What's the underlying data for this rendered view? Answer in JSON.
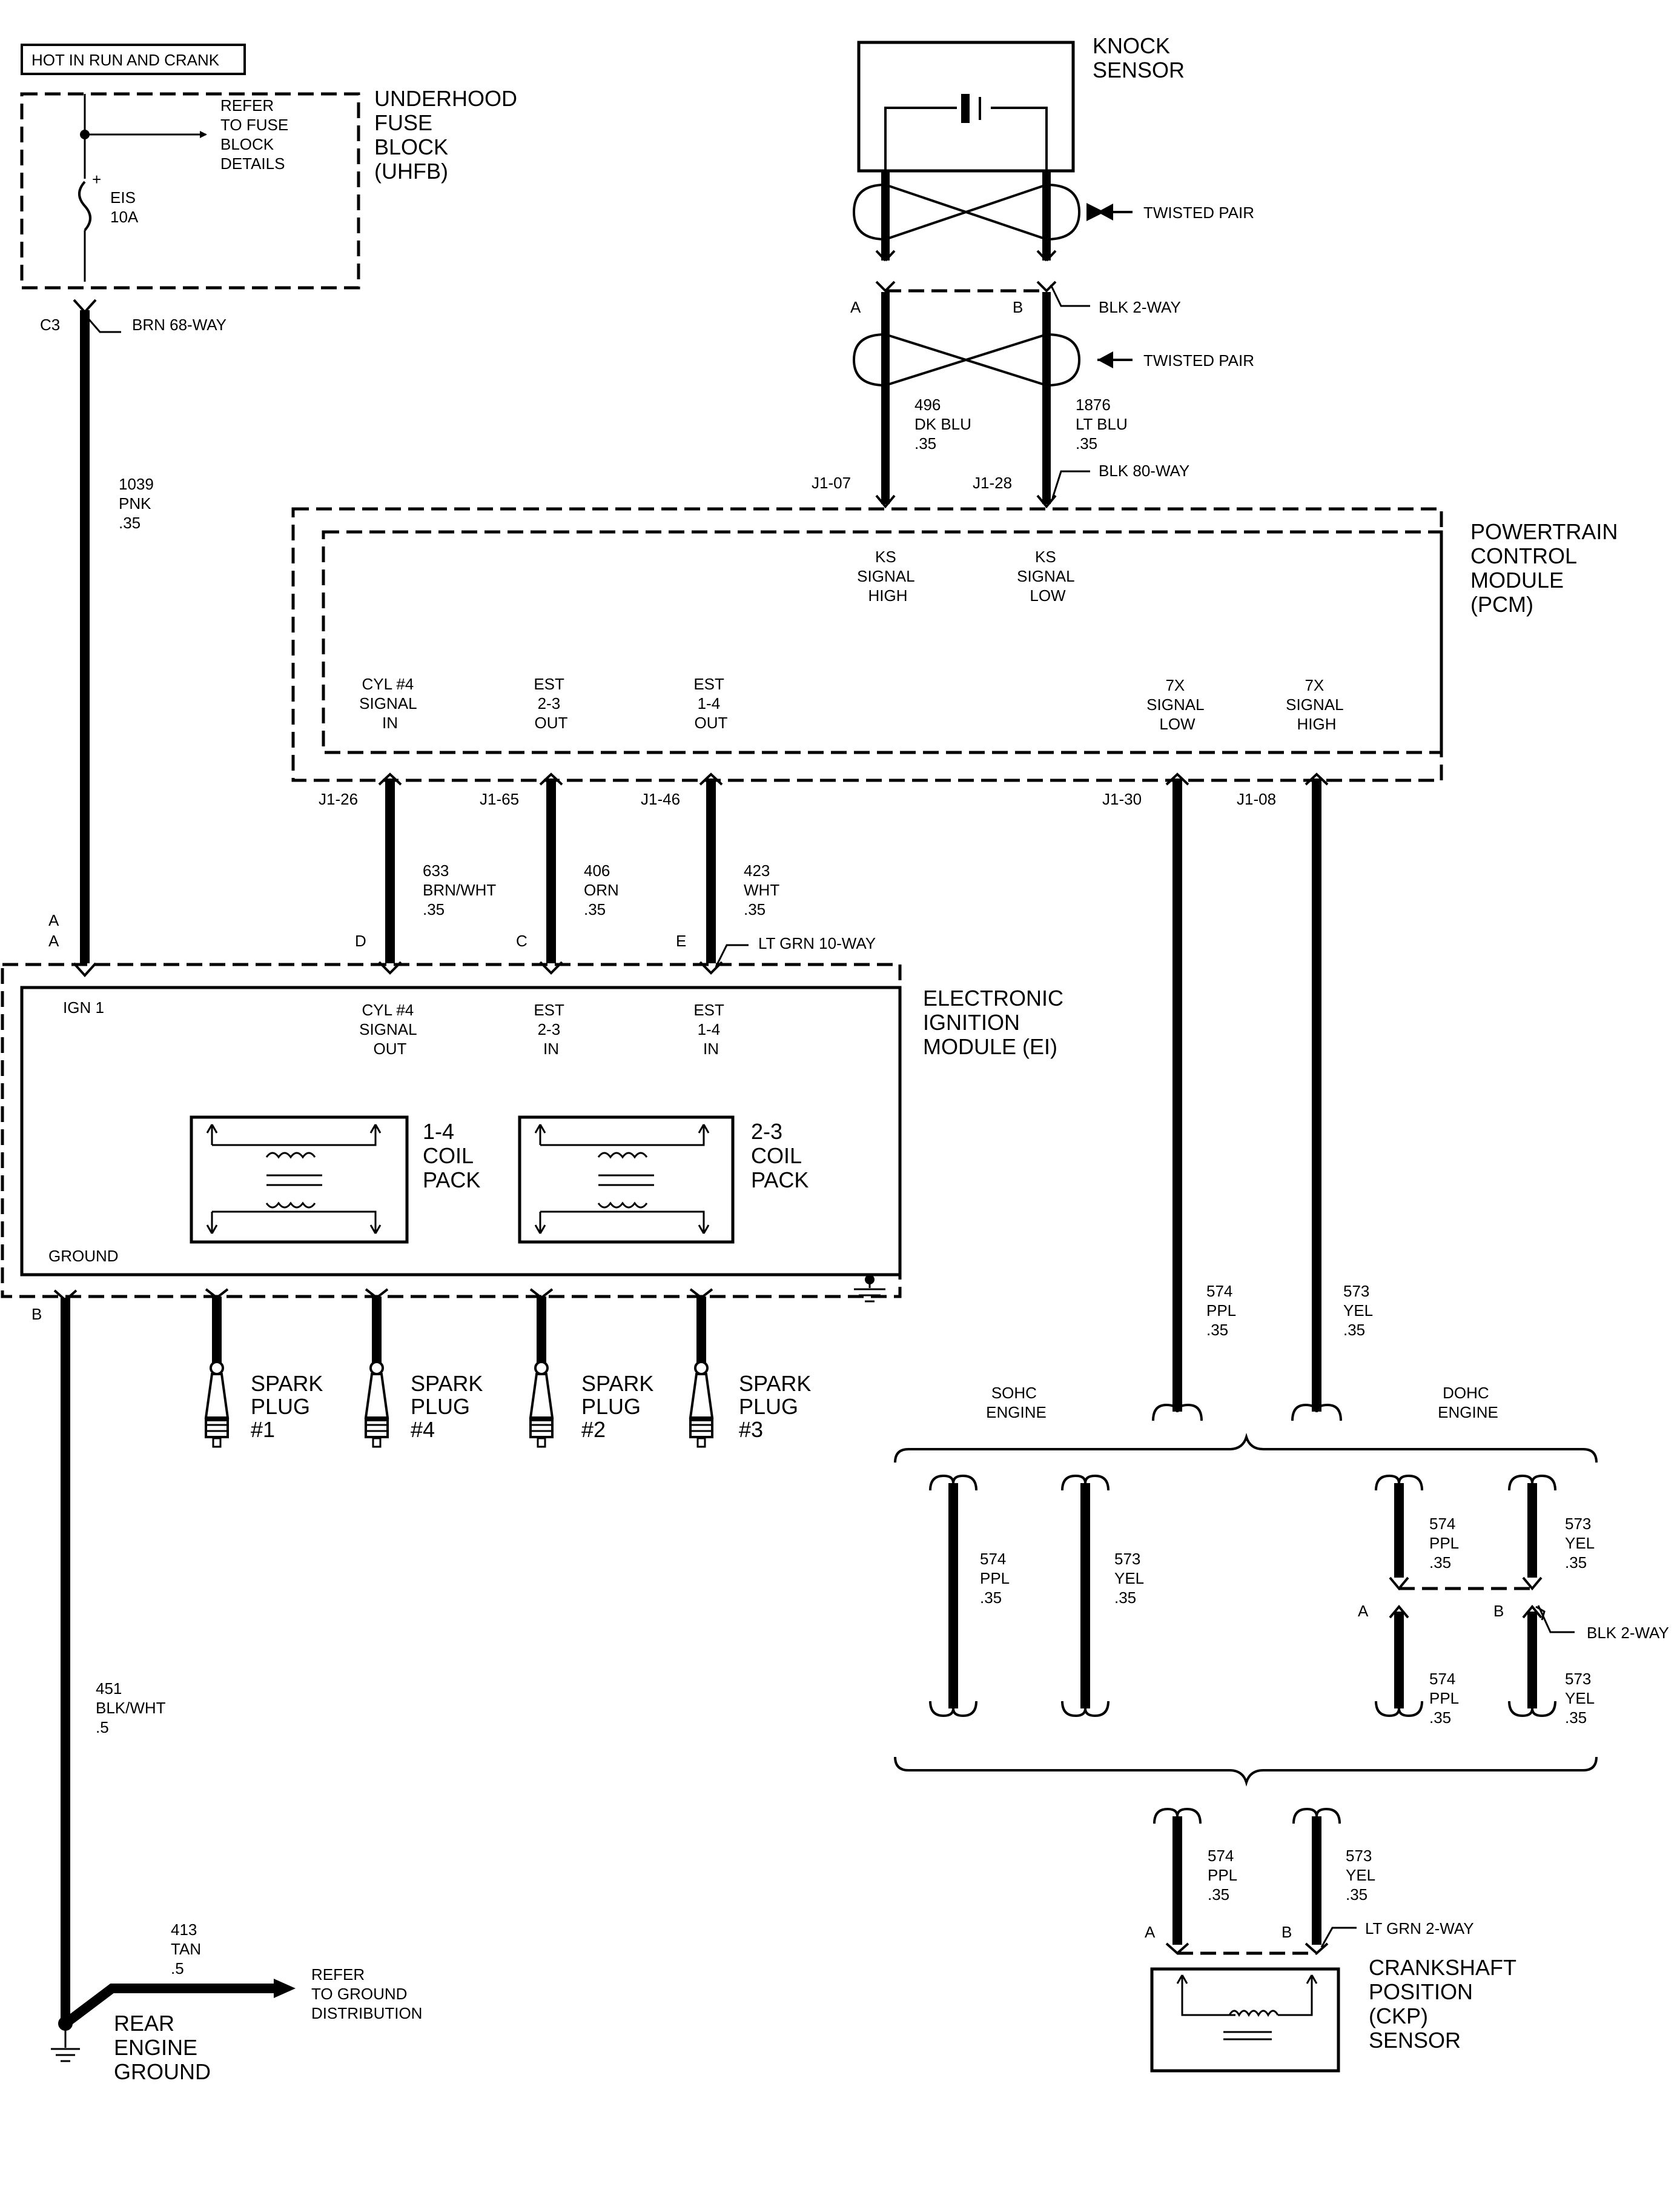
{
  "header_box": "HOT IN RUN AND CRANK",
  "fuse_block": {
    "title": [
      "UNDERHOOD",
      "FUSE",
      "BLOCK",
      "(UHFB)"
    ],
    "refer": [
      "REFER",
      "TO FUSE",
      "BLOCK",
      "DETAILS"
    ],
    "fuse": [
      "EIS",
      "10A"
    ],
    "plus": "+",
    "connector_pin": "C3",
    "connector_name": "BRN 68-WAY"
  },
  "wire_1039": [
    "1039",
    "PNK",
    ".35"
  ],
  "knock_sensor": {
    "title": [
      "KNOCK",
      "SENSOR"
    ],
    "twisted_pair_1": "TWISTED PAIR",
    "twisted_pair_2": "TWISTED PAIR",
    "pin_a": "A",
    "pin_b": "B",
    "connector": "BLK 2-WAY",
    "wire_496": [
      "496",
      "DK BLU",
      ".35"
    ],
    "wire_1876": [
      "1876",
      "LT BLU",
      ".35"
    ],
    "j1_07": "J1-07",
    "j1_28": "J1-28",
    "pcm_connector": "BLK 80-WAY"
  },
  "pcm": {
    "title": [
      "POWERTRAIN",
      "CONTROL",
      "MODULE",
      "(PCM)"
    ],
    "ks_high": [
      "KS",
      "SIGNAL",
      "HIGH"
    ],
    "ks_low": [
      "KS",
      "SIGNAL",
      "LOW"
    ],
    "cyl4_in": [
      "CYL #4",
      "SIGNAL",
      "IN"
    ],
    "est23_out": [
      "EST",
      "2-3",
      "OUT"
    ],
    "est14_out": [
      "EST",
      "1-4",
      "OUT"
    ],
    "sig7x_low": [
      "7X",
      "SIGNAL",
      "LOW"
    ],
    "sig7x_high": [
      "7X",
      "SIGNAL",
      "HIGH"
    ],
    "pins": [
      "J1-26",
      "J1-65",
      "J1-46",
      "J1-30",
      "J1-08"
    ]
  },
  "wires_pcm_ei": {
    "w633": [
      "633",
      "BRN/WHT",
      ".35"
    ],
    "w406": [
      "406",
      "ORN",
      ".35"
    ],
    "w423": [
      "423",
      "WHT",
      ".35"
    ]
  },
  "ei_module": {
    "title": [
      "ELECTRONIC",
      "IGNITION",
      "MODULE (EI)"
    ],
    "pins": [
      "A",
      "D",
      "C",
      "E"
    ],
    "connector": "LT GRN 10-WAY",
    "ign1": "IGN 1",
    "cyl4_out": [
      "CYL #4",
      "SIGNAL",
      "OUT"
    ],
    "est23_in": [
      "EST",
      "2-3",
      "IN"
    ],
    "est14_in": [
      "EST",
      "1-4",
      "IN"
    ],
    "coil14": [
      "1-4",
      "COIL",
      "PACK"
    ],
    "coil23": [
      "2-3",
      "COIL",
      "PACK"
    ],
    "ground": "GROUND",
    "pin_b": "B"
  },
  "spark_plugs": [
    [
      "SPARK",
      "PLUG",
      "#1"
    ],
    [
      "SPARK",
      "PLUG",
      "#4"
    ],
    [
      "SPARK",
      "PLUG",
      "#2"
    ],
    [
      "SPARK",
      "PLUG",
      "#3"
    ]
  ],
  "ground_wires": {
    "w451": [
      "451",
      "BLK/WHT",
      ".5"
    ],
    "w413": [
      "413",
      "TAN",
      ".5"
    ],
    "refer_ground": [
      "REFER",
      "TO GROUND",
      "DISTRIBUTION"
    ],
    "rear_ground": [
      "REAR",
      "ENGINE",
      "GROUND"
    ]
  },
  "ckp_section": {
    "w574_top": [
      "574",
      "PPL",
      ".35"
    ],
    "w573_top": [
      "573",
      "YEL",
      ".35"
    ],
    "sohc": [
      "SOHC",
      "ENGINE"
    ],
    "dohc": [
      "DOHC",
      "ENGINE"
    ],
    "sohc_574": [
      "574",
      "PPL",
      ".35"
    ],
    "sohc_573": [
      "573",
      "YEL",
      ".35"
    ],
    "dohc_574_up": [
      "574",
      "PPL",
      ".35"
    ],
    "dohc_573_up": [
      "573",
      "YEL",
      ".35"
    ],
    "dohc_574_low": [
      "574",
      "PPL",
      ".35"
    ],
    "dohc_573_low": [
      "573",
      "YEL",
      ".35"
    ],
    "dohc_pin_a": "A",
    "dohc_pin_b": "B",
    "dohc_connector": "BLK 2-WAY",
    "bot_574": [
      "574",
      "PPL",
      ".35"
    ],
    "bot_573": [
      "573",
      "YEL",
      ".35"
    ],
    "ckp_pin_a": "A",
    "ckp_pin_b": "B",
    "ckp_connector": "LT GRN 2-WAY",
    "ckp_title": [
      "CRANKSHAFT",
      "POSITION",
      "(CKP)",
      "SENSOR"
    ]
  }
}
